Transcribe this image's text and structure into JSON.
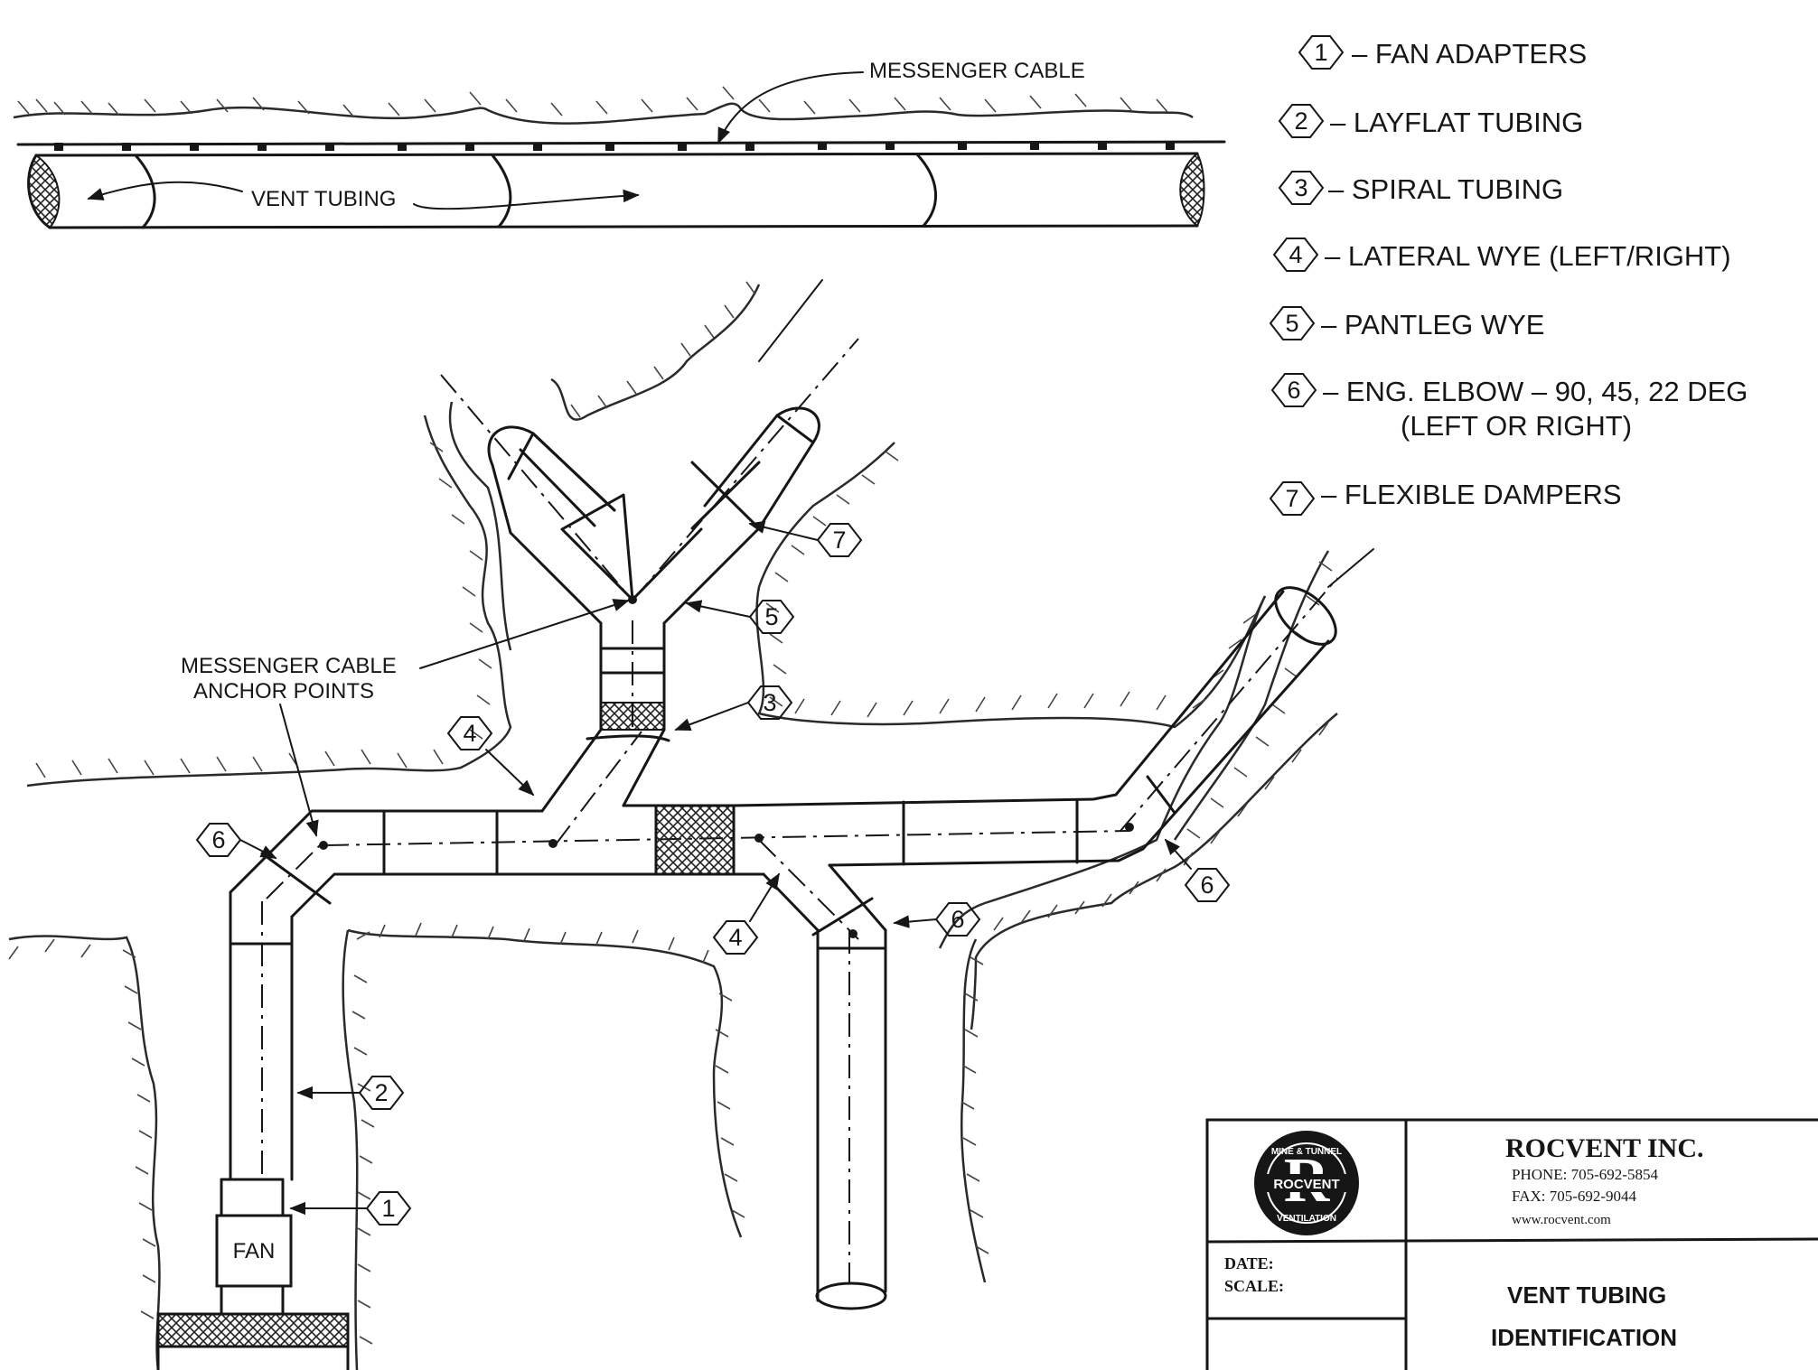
{
  "legend": [
    {
      "num": "1",
      "text": "– FAN ADAPTERS"
    },
    {
      "num": "2",
      "text": "– LAYFLAT TUBING"
    },
    {
      "num": "3",
      "text": "– SPIRAL TUBING"
    },
    {
      "num": "4",
      "text": "– LATERAL WYE   (LEFT/RIGHT)"
    },
    {
      "num": "5",
      "text": "– PANTLEG WYE"
    },
    {
      "num": "6",
      "text": "– ENG. ELBOW – 90, 45, 22 DEG",
      "text2": "(LEFT OR RIGHT)"
    },
    {
      "num": "7",
      "text": "– FLEXIBLE DAMPERS"
    }
  ],
  "labels": {
    "messenger_cable": "MESSENGER CABLE",
    "vent_tubing": "VENT TUBING",
    "anchor_line1": "MESSENGER CABLE",
    "anchor_line2": "ANCHOR POINTS",
    "fan": "FAN"
  },
  "callouts": {
    "fan_adapter": "1",
    "layflat": "2",
    "spiral": "3",
    "lateral_upper": "4",
    "lateral_lower": "4",
    "pantleg": "5",
    "elbow_left": "6",
    "elbow_mid": "6",
    "elbow_right": "6",
    "dampers": "7"
  },
  "title_block": {
    "logo_text": "MINE & TUNNEL ROCVENT VENTILATION",
    "company": "ROCVENT INC.",
    "phone": "PHONE: 705-692-5854",
    "fax": "FAX:  705-692-9044",
    "web": "www.rocvent.com",
    "date_label": "DATE:",
    "scale_label": "SCALE:",
    "title_line1": "VENT TUBING",
    "title_line2": "IDENTIFICATION"
  }
}
